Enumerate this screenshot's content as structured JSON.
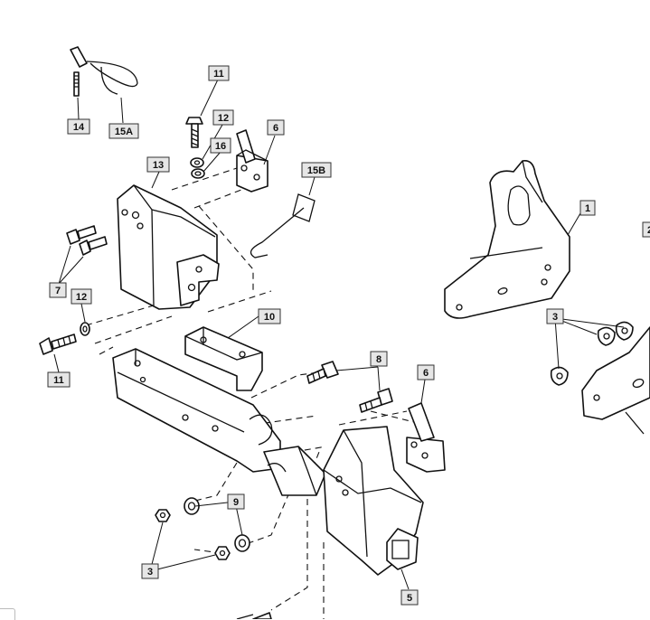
{
  "callouts": {
    "c11_top": "11",
    "c12_top": "12",
    "c16": "16",
    "c6_top": "6",
    "c14": "14",
    "c15A": "15A",
    "c13": "13",
    "c15B": "15B",
    "c1": "1",
    "c7": "7",
    "c12_left": "12",
    "c11_left": "11",
    "c10": "10",
    "c3_right": "3",
    "c8": "8",
    "c6_mid": "6",
    "c9": "9",
    "c3_bottom": "3",
    "c5": "5",
    "c2_partial": "2"
  }
}
